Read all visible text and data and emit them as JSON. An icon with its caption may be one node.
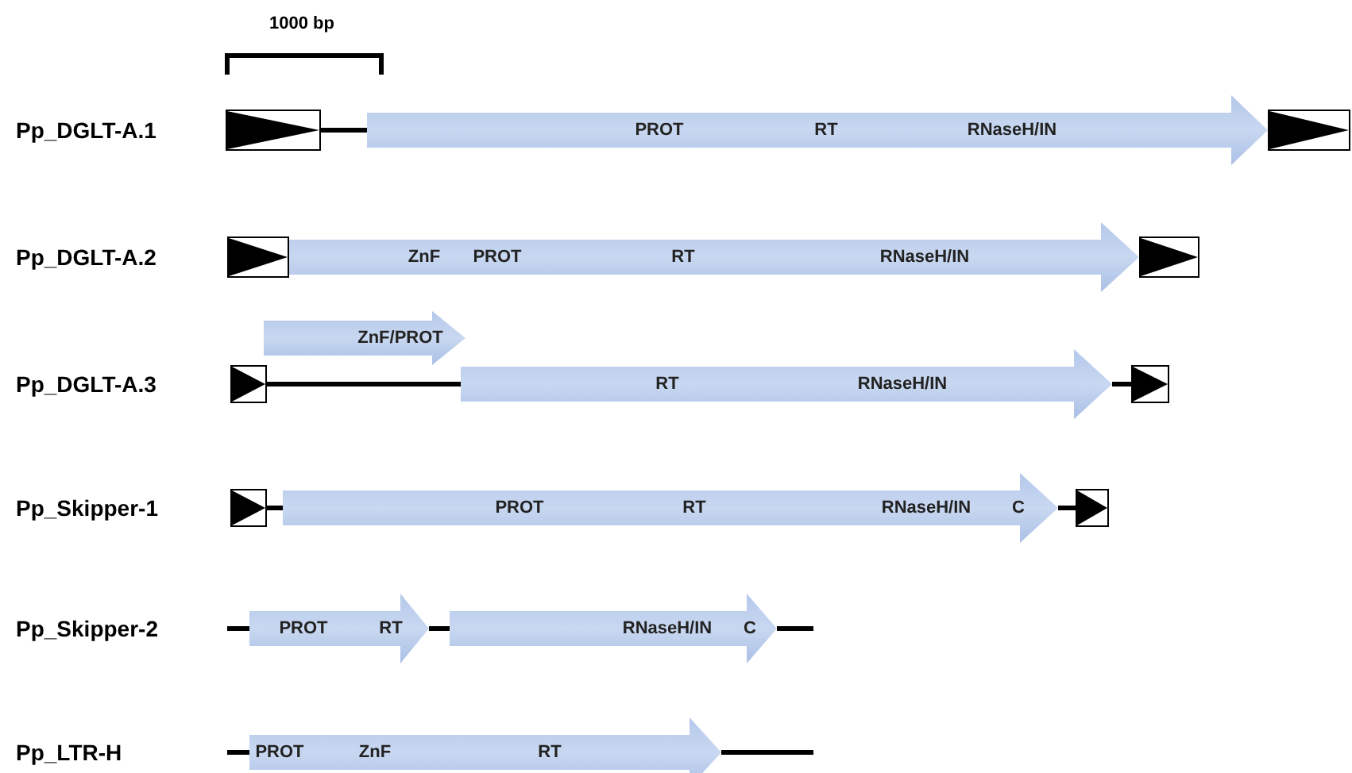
{
  "diagram": {
    "nodes": [
      {
        "text": [],
        "shape": "box"
      },
      {
        "text": [
          "PROT",
          "RT",
          "RNaseH/IN"
        ]
      },
      {
        "text": [],
        "shape": "box"
      },
      {
        "text": [],
        "shape": "box"
      },
      {
        "text": [
          "ZnF",
          "PROT",
          "RT",
          "RNaseH/IN"
        ]
      },
      {
        "text": [],
        "shape": "box"
      },
      {
        "text": [
          "ZnF/PROT"
        ]
      },
      {
        "text": [],
        "shape": "box"
      },
      {
        "text": [
          "RT",
          "RNaseH/IN"
        ]
      },
      {
        "text": [],
        "shape": "box"
      },
      {
        "text": [],
        "shape": "box"
      },
      {
        "text": [
          "PROT",
          "RT",
          "RNaseH/IN",
          "C"
        ]
      },
      {
        "text": [],
        "shape": "box"
      },
      {
        "text": [
          "PROT",
          "RT"
        ]
      },
      {
        "text": [
          "RNaseH/IN",
          "C"
        ]
      },
      {
        "text": [
          "PROT",
          "ZnF",
          "RT"
        ]
      }
    ],
    "edges": [
      {
        "from": 0,
        "to": 1,
        "arrow": "none"
      },
      {
        "from": 7,
        "to": 8,
        "arrow": "none"
      },
      {
        "from": 8,
        "to": 9,
        "arrow": "none"
      },
      {
        "from": 10,
        "to": 11,
        "arrow": "none"
      },
      {
        "from": 11,
        "to": 12,
        "arrow": "none"
      },
      {
        "from": null,
        "to": 13,
        "arrow": "none"
      },
      {
        "from": 13,
        "to": 14,
        "arrow": "none"
      },
      {
        "from": 14,
        "to": null,
        "arrow": "none"
      },
      {
        "from": null,
        "to": 15,
        "arrow": "none"
      },
      {
        "from": 15,
        "to": null,
        "arrow": "none"
      }
    ],
    "labels": [
      "1000 bp",
      "Pp_DGLT-A.1",
      "Pp_DGLT-A.2",
      "Pp_DGLT-A.3",
      "Pp_Skipper-1",
      "Pp_Skipper-2",
      "Pp_LTR-H"
    ]
  }
}
